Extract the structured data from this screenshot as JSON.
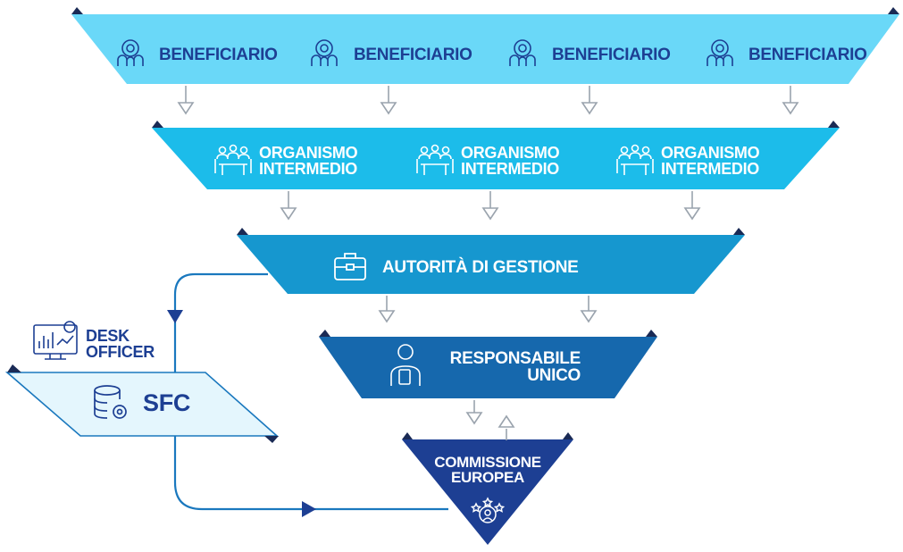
{
  "colors": {
    "row1": "#6ad8f8",
    "row2": "#1cbcea",
    "row3": "#1697cf",
    "row4": "#1668ad",
    "row5": "#1d3f93",
    "corner": "#1a2a55",
    "arrow_outline": "#9aa3ad",
    "connector": "#1a78be",
    "sfc_fill": "#e4f6fd",
    "sfc_border": "#1a78be"
  },
  "beneficiari": [
    "BENEFICIARIO",
    "BENEFICIARIO",
    "BENEFICIARIO",
    "BENEFICIARIO"
  ],
  "organismi": [
    {
      "line1": "ORGANISMO",
      "line2": "INTERMEDIO"
    },
    {
      "line1": "ORGANISMO",
      "line2": "INTERMEDIO"
    },
    {
      "line1": "ORGANISMO",
      "line2": "INTERMEDIO"
    }
  ],
  "autorita": {
    "label": "AUTORITÀ DI GESTIONE"
  },
  "responsabile": {
    "line1": "RESPONSABILE",
    "line2": "UNICO"
  },
  "commissione": {
    "line1": "COMMISSIONE",
    "line2": "EUROPEA"
  },
  "desk_officer": {
    "line1": "DESK",
    "line2": "OFFICER"
  },
  "sfc": {
    "label": "SFC"
  },
  "icons": {
    "beneficiario": "group-gear-icon",
    "organismo": "meeting-table-icon",
    "autorita": "briefcase-icon",
    "responsabile": "person-tablet-icon",
    "commissione": "stars-people-icon",
    "desk_officer": "monitor-chart-icon",
    "sfc": "database-settings-icon"
  }
}
